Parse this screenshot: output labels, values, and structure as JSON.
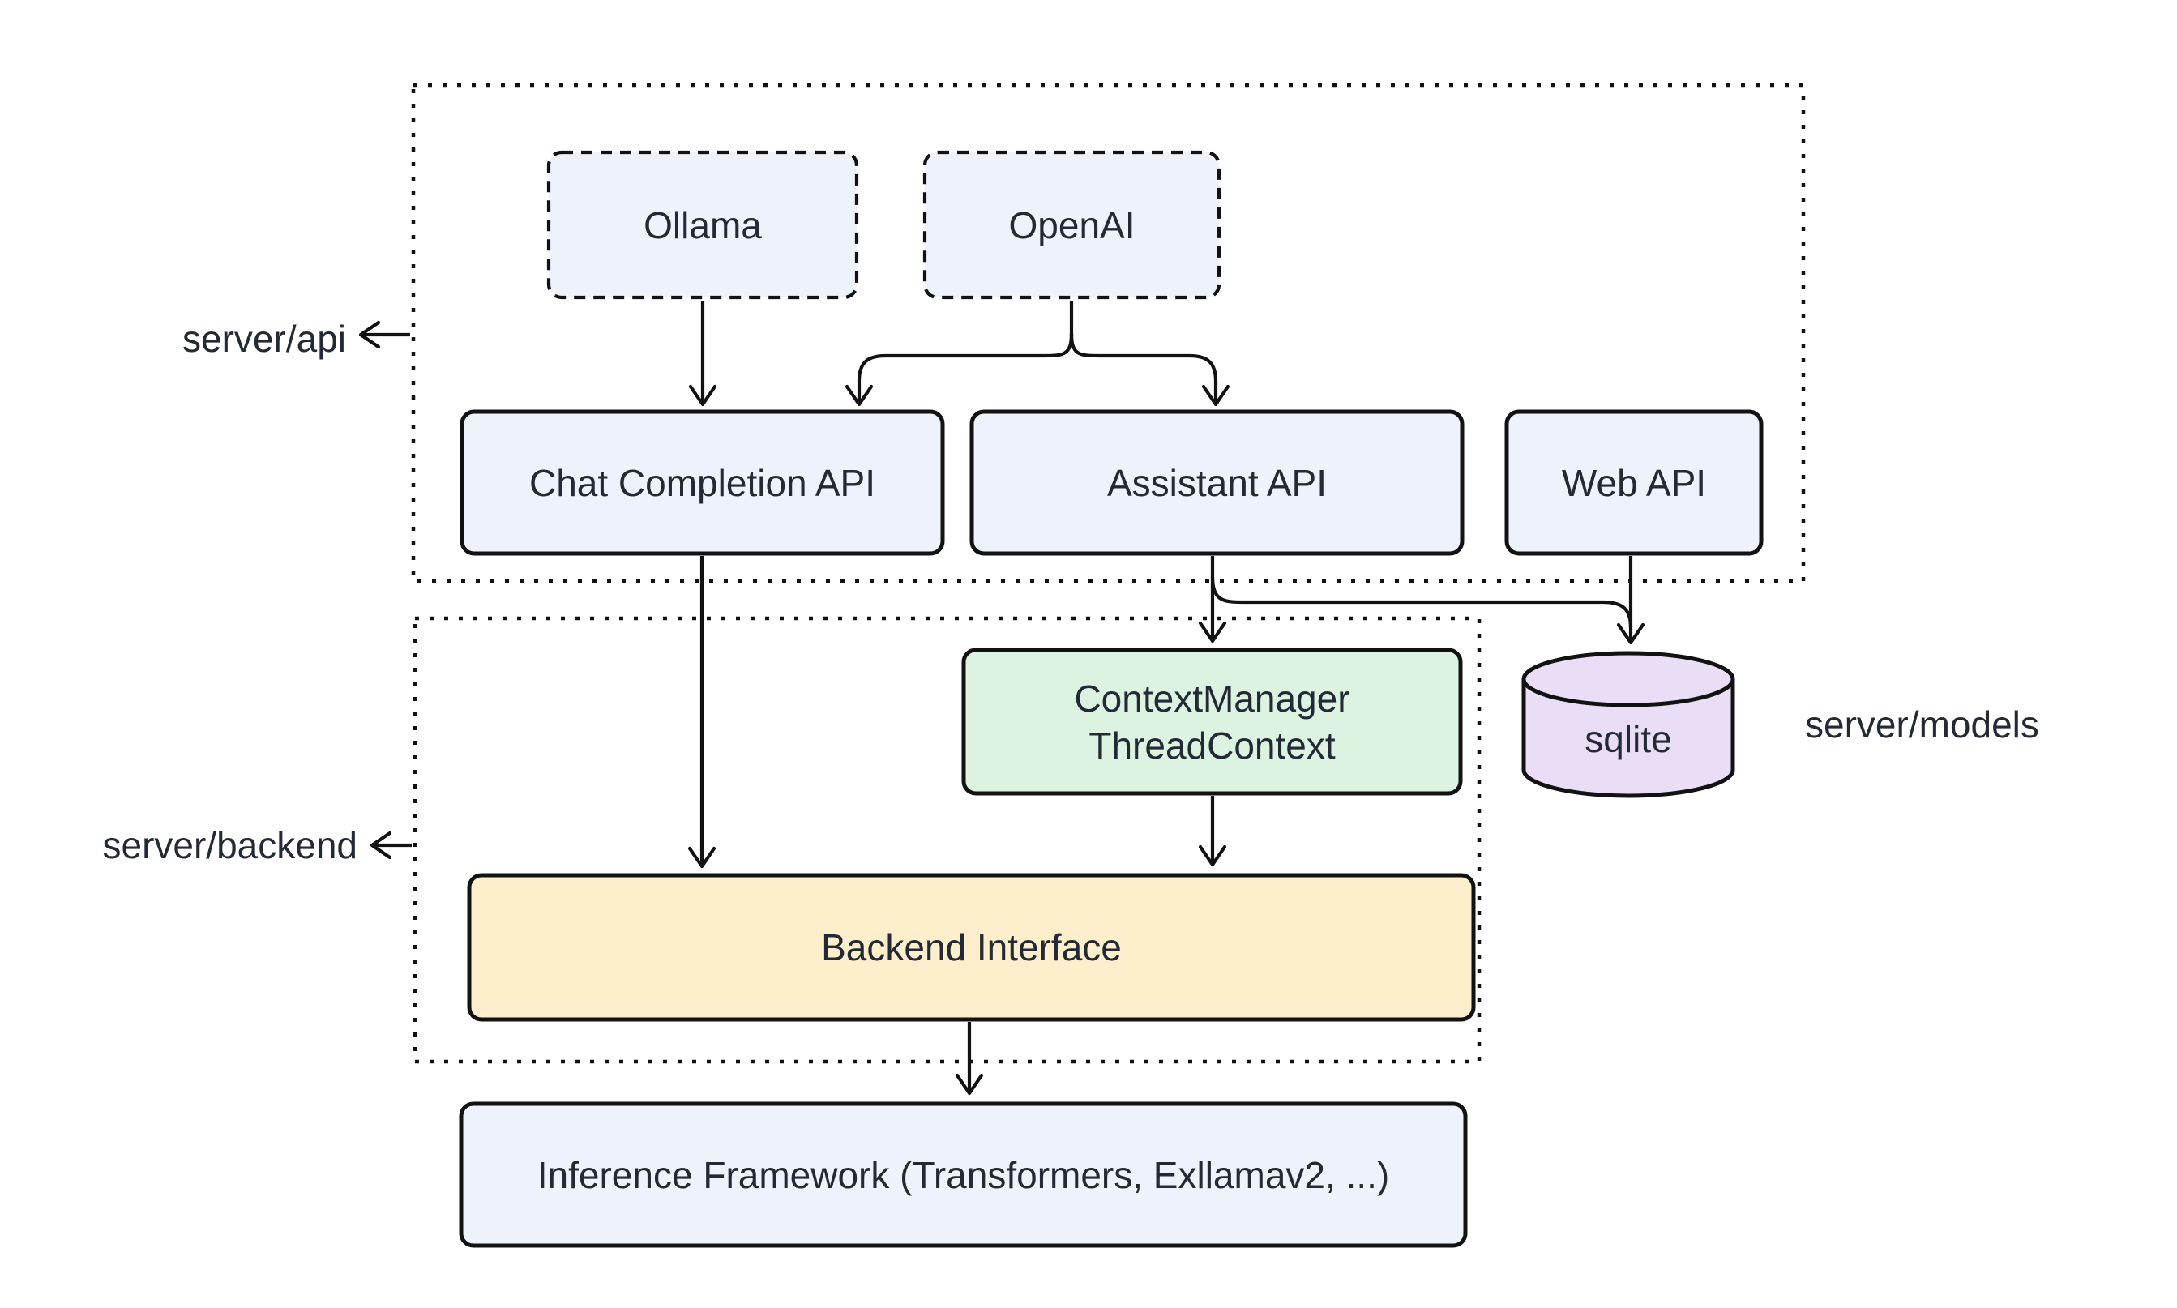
{
  "diagram": {
    "background": "#ffffff",
    "colors": {
      "stroke": "#121212",
      "text": "#242a35",
      "box_blue": "#edf2fb",
      "box_green": "#dcf3e2",
      "box_yellow": "#fdefcb",
      "cylinder_purple": "#e9def6"
    },
    "containers": {
      "server_api": {
        "label": "server/api"
      },
      "server_backend": {
        "label": "server/backend"
      }
    },
    "nodes": {
      "ollama": {
        "label": "Ollama"
      },
      "openai": {
        "label": "OpenAI"
      },
      "chat_completion_api": {
        "label": "Chat Completion API"
      },
      "assistant_api": {
        "label": "Assistant API"
      },
      "web_api": {
        "label": "Web API"
      },
      "context_manager": {
        "label_line1": "ContextManager",
        "label_line2": "ThreadContext"
      },
      "backend_interface": {
        "label": "Backend Interface"
      },
      "inference_framework": {
        "label": "Inference Framework (Transformers, Exllamav2, ...)"
      },
      "sqlite": {
        "label": "sqlite"
      }
    },
    "annotations": {
      "server_models": {
        "label": "server/models"
      }
    },
    "edges": [
      {
        "from": "ollama",
        "to": "chat_completion_api"
      },
      {
        "from": "openai",
        "to": "chat_completion_api"
      },
      {
        "from": "openai",
        "to": "assistant_api"
      },
      {
        "from": "chat_completion_api",
        "to": "backend_interface"
      },
      {
        "from": "assistant_api",
        "to": "context_manager"
      },
      {
        "from": "assistant_api",
        "to": "sqlite"
      },
      {
        "from": "web_api",
        "to": "sqlite"
      },
      {
        "from": "context_manager",
        "to": "backend_interface"
      },
      {
        "from": "backend_interface",
        "to": "inference_framework"
      }
    ]
  }
}
